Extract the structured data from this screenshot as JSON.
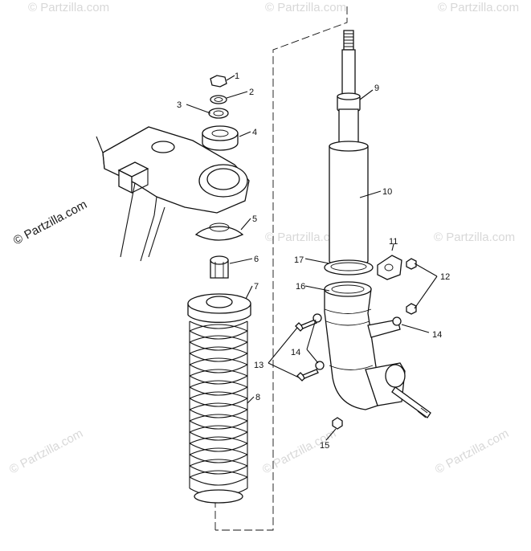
{
  "watermark_text": "© Partzilla.com",
  "callouts": [
    {
      "id": "1",
      "label": "1"
    },
    {
      "id": "2",
      "label": "2"
    },
    {
      "id": "3",
      "label": "3"
    },
    {
      "id": "4",
      "label": "4"
    },
    {
      "id": "5",
      "label": "5"
    },
    {
      "id": "6",
      "label": "6"
    },
    {
      "id": "7",
      "label": "7"
    },
    {
      "id": "8",
      "label": "8"
    },
    {
      "id": "9",
      "label": "9"
    },
    {
      "id": "10",
      "label": "10"
    },
    {
      "id": "11",
      "label": "11"
    },
    {
      "id": "12",
      "label": "12"
    },
    {
      "id": "13",
      "label": "13"
    },
    {
      "id": "14a",
      "label": "14"
    },
    {
      "id": "14b",
      "label": "14"
    },
    {
      "id": "15",
      "label": "15"
    },
    {
      "id": "16",
      "label": "16"
    },
    {
      "id": "17",
      "label": "17"
    }
  ]
}
